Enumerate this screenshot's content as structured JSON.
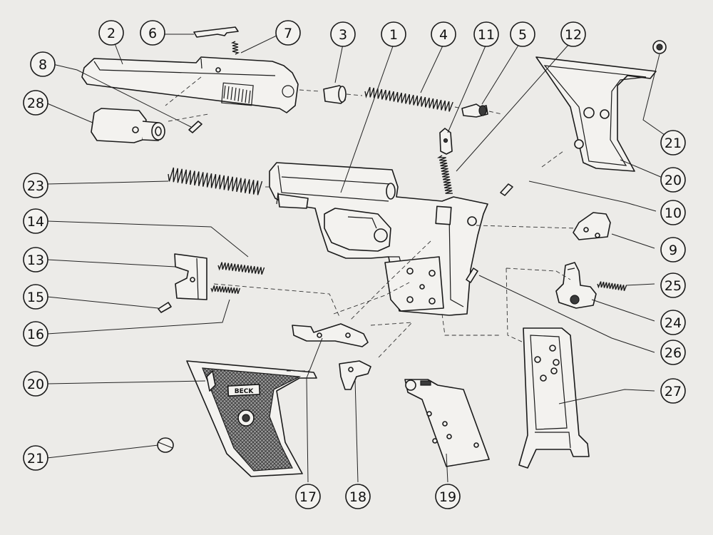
{
  "diagram": {
    "brand_mark": "BECK",
    "callouts": [
      {
        "id": "c2",
        "label": "2"
      },
      {
        "id": "c6",
        "label": "6"
      },
      {
        "id": "c7",
        "label": "7"
      },
      {
        "id": "c3",
        "label": "3"
      },
      {
        "id": "c1",
        "label": "1"
      },
      {
        "id": "c4",
        "label": "4"
      },
      {
        "id": "c11",
        "label": "11"
      },
      {
        "id": "c5",
        "label": "5"
      },
      {
        "id": "c12",
        "label": "12"
      },
      {
        "id": "c8",
        "label": "8"
      },
      {
        "id": "c28",
        "label": "28"
      },
      {
        "id": "c21a",
        "label": "21"
      },
      {
        "id": "c20a",
        "label": "20"
      },
      {
        "id": "c23",
        "label": "23"
      },
      {
        "id": "c10",
        "label": "10"
      },
      {
        "id": "c14",
        "label": "14"
      },
      {
        "id": "c9",
        "label": "9"
      },
      {
        "id": "c13",
        "label": "13"
      },
      {
        "id": "c25",
        "label": "25"
      },
      {
        "id": "c15",
        "label": "15"
      },
      {
        "id": "c24",
        "label": "24"
      },
      {
        "id": "c16",
        "label": "16"
      },
      {
        "id": "c26",
        "label": "26"
      },
      {
        "id": "c20b",
        "label": "20"
      },
      {
        "id": "c27",
        "label": "27"
      },
      {
        "id": "c21b",
        "label": "21"
      },
      {
        "id": "c17",
        "label": "17"
      },
      {
        "id": "c18",
        "label": "18"
      },
      {
        "id": "c19",
        "label": "19"
      }
    ]
  }
}
